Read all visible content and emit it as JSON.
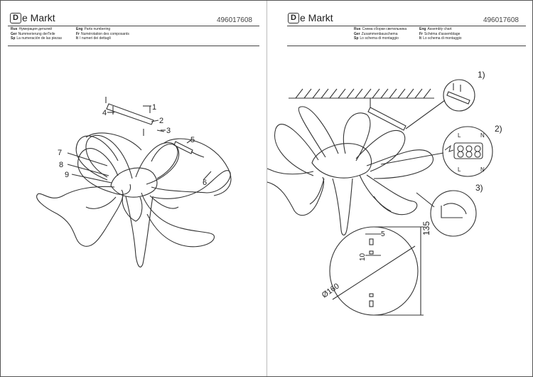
{
  "left_sheet": {
    "logo": {
      "mark": "D",
      "text": "e Markt"
    },
    "article": "496017608",
    "legend": [
      [
        {
          "code": "Rus",
          "text": "Нумерация деталей"
        },
        {
          "code": "Eng",
          "text": "Parts numbering"
        }
      ],
      [
        {
          "code": "Ger",
          "text": "Nummerierung derTeile"
        },
        {
          "code": "Fr",
          "text": "Numérotation des composants"
        }
      ],
      [
        {
          "code": "Sp",
          "text": "La numeración de las piezas"
        },
        {
          "code": "It",
          "text": "I numeri dei dettagli"
        }
      ]
    ],
    "part_numbers": [
      "1",
      "2",
      "3",
      "4",
      "5",
      "6",
      "7",
      "8",
      "9"
    ]
  },
  "right_sheet": {
    "logo": {
      "mark": "D",
      "text": "e Markt"
    },
    "article": "496017608",
    "legend": [
      [
        {
          "code": "Rus",
          "text": "Схема сборки светильника"
        },
        {
          "code": "Eng",
          "text": "Assembly chart"
        }
      ],
      [
        {
          "code": "Ger",
          "text": "Zusammenbauschema"
        },
        {
          "code": "Fr",
          "text": "Schéma d'assemblage"
        }
      ],
      [
        {
          "code": "Sp",
          "text": "Lo schema di montaggio"
        },
        {
          "code": "It",
          "text": "Lo schema di montaggio"
        }
      ]
    ],
    "steps": [
      "1)",
      "2)",
      "3)"
    ],
    "wiring": {
      "live": "L",
      "neutral": "N"
    },
    "dimensions": {
      "height": "135",
      "offset": "5",
      "bracket": "10",
      "diameter": "Ø160"
    }
  }
}
